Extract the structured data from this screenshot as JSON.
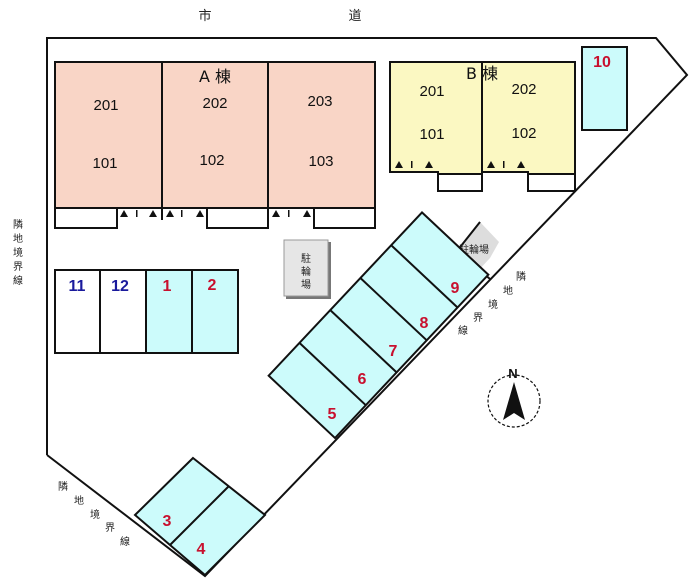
{
  "road": {
    "chars": [
      "市",
      "道"
    ]
  },
  "boundary_label": {
    "chars": [
      "隣",
      "地",
      "境",
      "界",
      "線"
    ]
  },
  "building_a": {
    "title": "A 棟",
    "units_upper": [
      "201",
      "202",
      "203"
    ],
    "units_lower": [
      "101",
      "102",
      "103"
    ],
    "color": "#f9d5c6"
  },
  "building_b": {
    "title": "B 棟",
    "units_upper": [
      "201",
      "202"
    ],
    "units_lower": [
      "101",
      "102"
    ],
    "color": "#fbf8c2"
  },
  "parking": {
    "color": "#ccfbfb",
    "spaces": [
      {
        "label": "1",
        "color": "red"
      },
      {
        "label": "2",
        "color": "red"
      },
      {
        "label": "3",
        "color": "red"
      },
      {
        "label": "4",
        "color": "red"
      },
      {
        "label": "5",
        "color": "red"
      },
      {
        "label": "6",
        "color": "red"
      },
      {
        "label": "7",
        "color": "red"
      },
      {
        "label": "8",
        "color": "red"
      },
      {
        "label": "9",
        "color": "red"
      },
      {
        "label": "10",
        "color": "red"
      },
      {
        "label": "11",
        "color": "blue"
      },
      {
        "label": "12",
        "color": "blue"
      }
    ]
  },
  "bicycle_parking": {
    "chars": [
      "駐",
      "輪",
      "場"
    ],
    "label": "駐輪場"
  },
  "compass": {
    "north": "N"
  }
}
